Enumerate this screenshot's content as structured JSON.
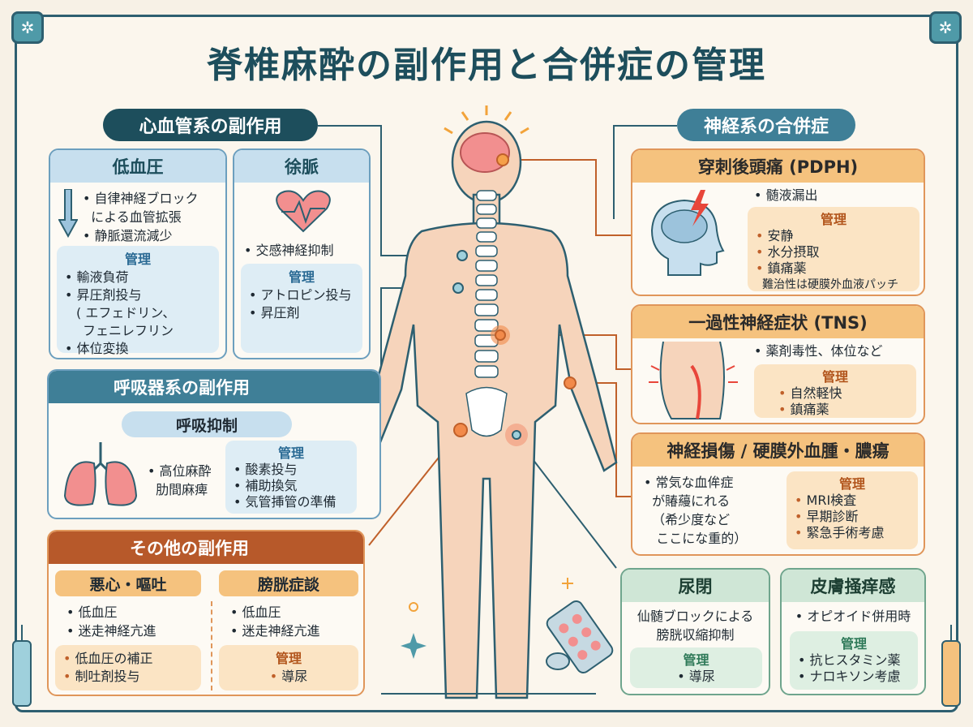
{
  "title": "脊椎麻酔の副作用と合併症の管理",
  "colors": {
    "teal": "#2d5f70",
    "navy": "#1d4e5c",
    "orange": "#c0602a",
    "blue": "#6c9fbe",
    "green": "#6fa58d"
  },
  "cardio": {
    "header": "心血管系の副作用",
    "hypotension": {
      "title": "低血圧",
      "items": [
        "自律神経ブロック",
        "による血管拡張",
        "静脈還流減少"
      ],
      "kanri": "管理",
      "mgmt": [
        "輸液負荷",
        "昇圧剤投与",
        "エフェドリン、",
        "フェニレフリン",
        "体位変換"
      ]
    },
    "brady": {
      "title": "徐脈",
      "items": [
        "交感神経抑制"
      ],
      "kanri": "管理",
      "mgmt": [
        "アトロピン投与",
        "昇圧剤"
      ]
    }
  },
  "resp": {
    "header": "呼吸器系の副作用",
    "sub": "呼吸抑制",
    "items": [
      "高位麻酔",
      "肋間麻痺"
    ],
    "kanri": "管理",
    "mgmt": [
      "酸素投与",
      "補助換気",
      "気管挿管の準備"
    ]
  },
  "other": {
    "header": "その他の副作用",
    "nausea": {
      "title": "悪心・嘔吐",
      "items": [
        "低血圧",
        "迷走神経亢進"
      ],
      "mgmt": [
        "低血圧の補正",
        "制吐剤投与"
      ]
    },
    "bladder": {
      "title": "膀胱症談",
      "items": [
        "低血圧",
        "迷走神経亢進"
      ],
      "kanri": "管理",
      "mgmt": [
        "導尿"
      ]
    }
  },
  "neuro": {
    "header": "神経系の合併症",
    "pdph": {
      "title": "穿刺後頭痛 (PDPH)",
      "items": [
        "髄液漏出"
      ],
      "kanri": "管理",
      "mgmt": [
        "安静",
        "水分摂取",
        "鎮痛薬"
      ],
      "note": "難治性は硬膜外血液パッチ"
    },
    "tns": {
      "title": "一過性神経症状 (TNS)",
      "items": [
        "薬剤毒性、体位など"
      ],
      "kanri": "管理",
      "mgmt": [
        "自然軽快",
        "鎮痛薬"
      ]
    },
    "injury": {
      "title": "神経損傷 / 硬膜外血腫・膿瘍",
      "items": [
        "常気な血侔症",
        "が賰蘰にれる",
        "（希少度など",
        "ここにな重的）"
      ],
      "kanri": "管理",
      "mgmt": [
        "MRI検査",
        "早期診断",
        "緊急手術考慮"
      ]
    }
  },
  "retention": {
    "title": "尿閉",
    "items": [
      "仙髄ブロックによる",
      "膀胱収縮抑制"
    ],
    "kanri": "管理",
    "mgmt": [
      "導尿"
    ]
  },
  "itch": {
    "title": "皮膚掻痒感",
    "items": [
      "オピオイド併用時"
    ],
    "kanri": "管理",
    "mgmt": [
      "抗ヒスタミン薬",
      "ナロキソン考慮"
    ]
  }
}
